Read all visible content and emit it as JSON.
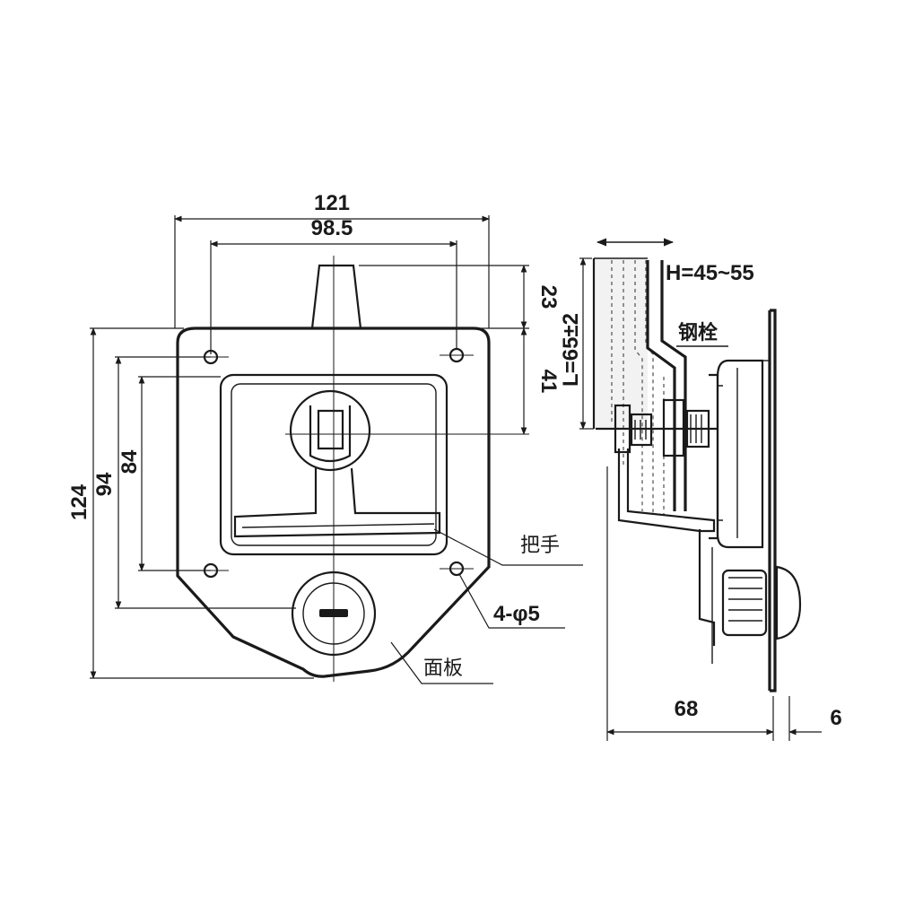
{
  "front_view": {
    "dimensions": {
      "overall_width": "121",
      "hole_spacing_width": "98.5",
      "overall_height": "124",
      "dim_94": "94",
      "dim_84": "84",
      "dim_23": "23",
      "dim_41": "41"
    },
    "labels": {
      "handle": "把手",
      "holes": "4-φ5",
      "panel": "面板"
    }
  },
  "side_view": {
    "dimensions": {
      "length": "L=65±2",
      "height": "H=45~55",
      "depth": "68",
      "thickness": "6"
    },
    "labels": {
      "steel_bolt": "钢栓"
    }
  }
}
